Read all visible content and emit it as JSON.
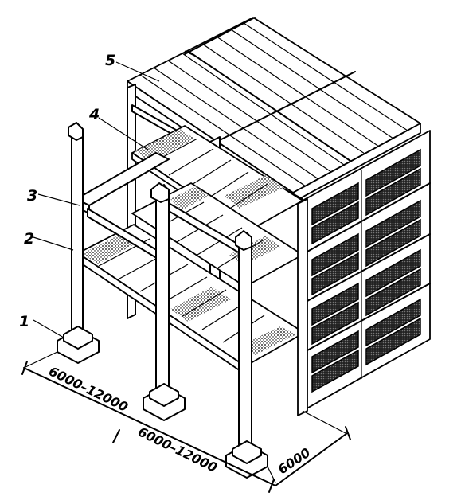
{
  "callouts": [
    {
      "id": "1",
      "text": "1"
    },
    {
      "id": "2",
      "text": "2"
    },
    {
      "id": "3",
      "text": "3"
    },
    {
      "id": "4",
      "text": "4"
    },
    {
      "id": "5",
      "text": "5"
    }
  ],
  "dimensions": {
    "span_a": "6000–12000",
    "span_b": "6000–12000",
    "depth": "6000"
  }
}
